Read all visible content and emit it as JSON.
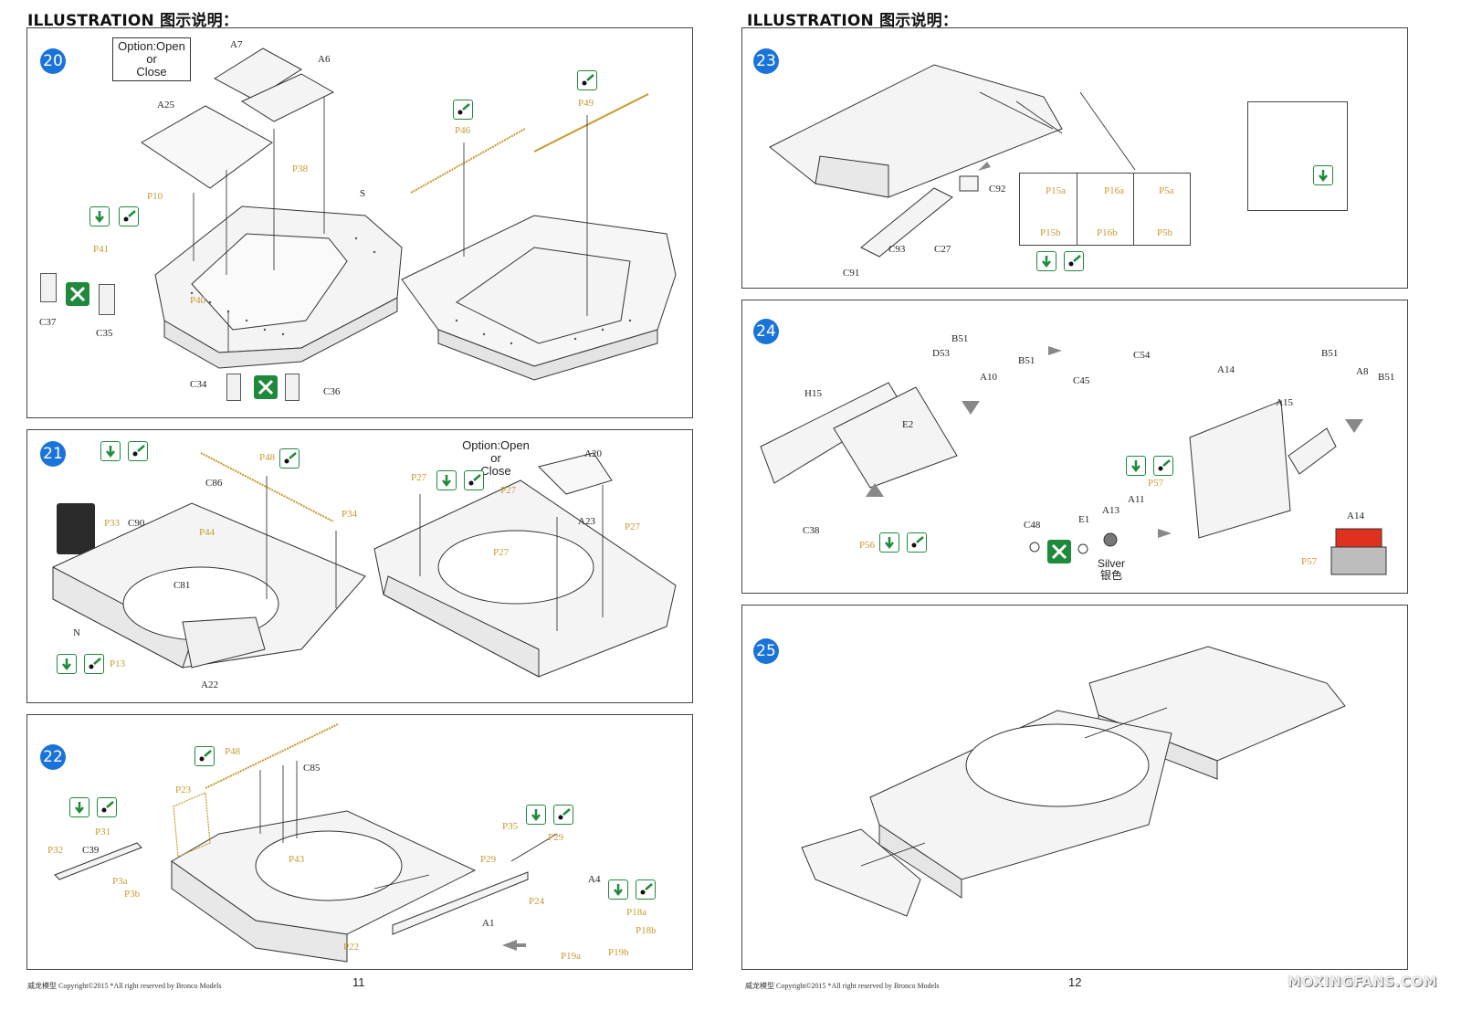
{
  "pages": [
    {
      "header": "ILLUSTRATION 图示说明：",
      "footer_brand": "威龙模型",
      "footer_copy": "Copyright©2015 *All right reserved by Bronco Models",
      "page_number": "11"
    },
    {
      "header": "ILLUSTRATION 图示说明：",
      "footer_brand": "威龙模型",
      "footer_copy": "Copyright©2015 *All right reserved by Bronco Models",
      "page_number": "12"
    }
  ],
  "steps": {
    "s20": {
      "number": "20",
      "option_lines": [
        "Option:Open",
        "or",
        "Close"
      ],
      "labels": {
        "A7": "A7",
        "A6": "A6",
        "A25": "A25",
        "S": "S",
        "P38": "P38",
        "P10": "P10",
        "P41": "P41",
        "P40": "P40",
        "P46": "P46",
        "P49": "P49",
        "C37": "C37",
        "C35": "C35",
        "C34": "C34",
        "C36": "C36"
      }
    },
    "s21": {
      "number": "21",
      "option_lines": [
        "Option:Open",
        "or",
        "Close"
      ],
      "labels": {
        "P48": "P48",
        "C86": "C86",
        "P34": "P34",
        "P33": "P33",
        "C90": "C90",
        "P44": "P44",
        "C81": "C81",
        "N": "N",
        "P13": "P13",
        "A22": "A22",
        "P27a": "P27",
        "P27b": "P27",
        "P27c": "P27",
        "P27d": "P27",
        "A20": "A20",
        "A23": "A23"
      }
    },
    "s22": {
      "number": "22",
      "labels": {
        "P48": "P48",
        "C85": "C85",
        "P23": "P23",
        "P31": "P31",
        "P32": "P32",
        "C39": "C39",
        "P3a": "P3a",
        "P3b": "P3b",
        "P43": "P43",
        "P35": "P35",
        "P29a": "P29",
        "P29b": "P29",
        "A4": "A4",
        "P24": "P24",
        "P18a": "P18a",
        "P18b": "P18b",
        "A1": "A1",
        "P22": "P22",
        "P19a": "P19a",
        "P19b": "P19b"
      }
    },
    "s23": {
      "number": "23",
      "labels": {
        "C92": "C92",
        "C93": "C93",
        "C27": "C27",
        "C91": "C91",
        "P15a": "P15a",
        "P15b": "P15b",
        "P16a": "P16a",
        "P16b": "P16b",
        "P5a": "P5a",
        "P5b": "P5b"
      }
    },
    "s24": {
      "number": "24",
      "silver_lines": [
        "Silver",
        "银色"
      ],
      "labels": {
        "B51a": "B51",
        "D53": "D53",
        "A10": "A10",
        "B51b": "B51",
        "C54": "C54",
        "C45": "C45",
        "H15": "H15",
        "E2": "E2",
        "C38": "C38",
        "P56": "P56",
        "A14a": "A14",
        "A15": "A15",
        "B51c": "B51",
        "A8": "A8",
        "B51d": "B51",
        "P57a": "P57",
        "C48": "C48",
        "E1": "E1",
        "A13": "A13",
        "A11": "A11",
        "A14b": "A14",
        "P57b": "P57"
      }
    },
    "s25": {
      "number": "25"
    }
  },
  "icons": {
    "glue": "glue-brush-icon",
    "cut": "cut-from-fret-icon",
    "flip": "flip-side-icon",
    "arrow": "assembly-arrow-icon"
  },
  "colors": {
    "badge": "#1a73d9",
    "photo_etch_label": "#c79a2e",
    "icon_green": "#1f8a3b",
    "red_part": "#e0301e"
  },
  "watermark": "MOXINGFANS.COM"
}
